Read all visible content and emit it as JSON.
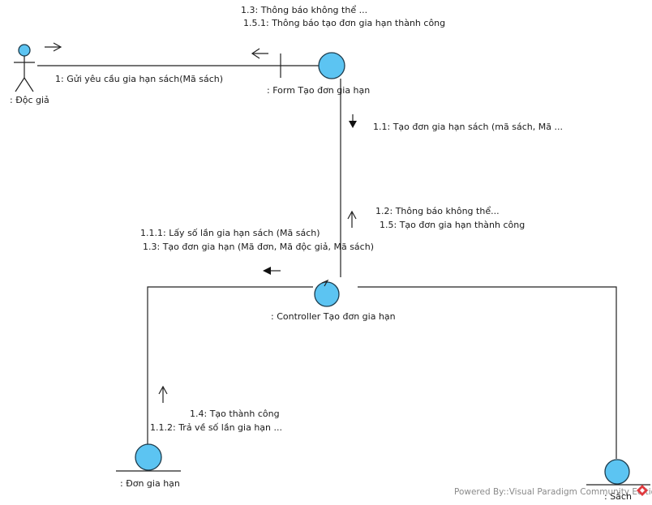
{
  "objects": {
    "actor": ": Độc giả",
    "form": ": Form Tạo đơn gia hạn",
    "controller": ": Controller Tạo đơn gia hạn",
    "don": ": Đơn gia hạn",
    "sach": ": Sách"
  },
  "messages": {
    "m1": "1: Gửi yêu cầu gia hạn sách(Mã sách)",
    "m13_form": "1.3: Thông báo không thể ...",
    "m151": "1.5.1: Thông báo tạo đơn gia hạn thành công",
    "m11": "1.1: Tạo đơn gia hạn sách (mã sách, Mã ...",
    "m12": "1.2: Thông báo không thể...",
    "m15": "1.5: Tạo đơn gia hạn thành công",
    "m111": "1.1.1: Lấy số lần gia hạn sách (Mã sách)",
    "m13_don": "1.3: Tạo đơn gia hạn (Mã đơn, Mã độc giả, Mã sách)",
    "m14": "1.4: Tạo thành công",
    "m112": "1.1.2: Trả về số lần gia hạn ..."
  },
  "watermark": "Powered By::Visual Paradigm Community Edition",
  "colors": {
    "object_fill": "#5cc4f2",
    "line": "#222222",
    "watermark_logo": "#e0393e"
  }
}
